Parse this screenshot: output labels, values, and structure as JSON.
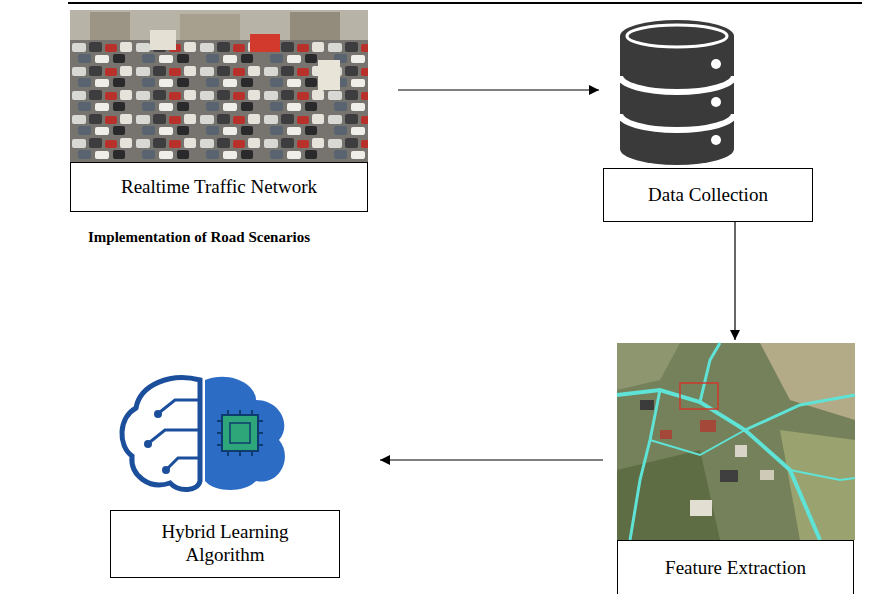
{
  "diagram": {
    "nodes": [
      {
        "text": [
          "Realtime Traffic Network"
        ]
      },
      {
        "text": [
          "Data Collection"
        ]
      },
      {
        "text": [
          "Feature Extraction"
        ]
      },
      {
        "text": [
          "Hybrid Learning Algorithm"
        ]
      }
    ],
    "edges": [
      {
        "from": 0,
        "to": 1,
        "arrow": "to"
      },
      {
        "from": 1,
        "to": 2,
        "arrow": "to"
      },
      {
        "from": 2,
        "to": 3,
        "arrow": "to"
      }
    ],
    "labels": [
      "Implementation of Road Scenarios"
    ]
  }
}
